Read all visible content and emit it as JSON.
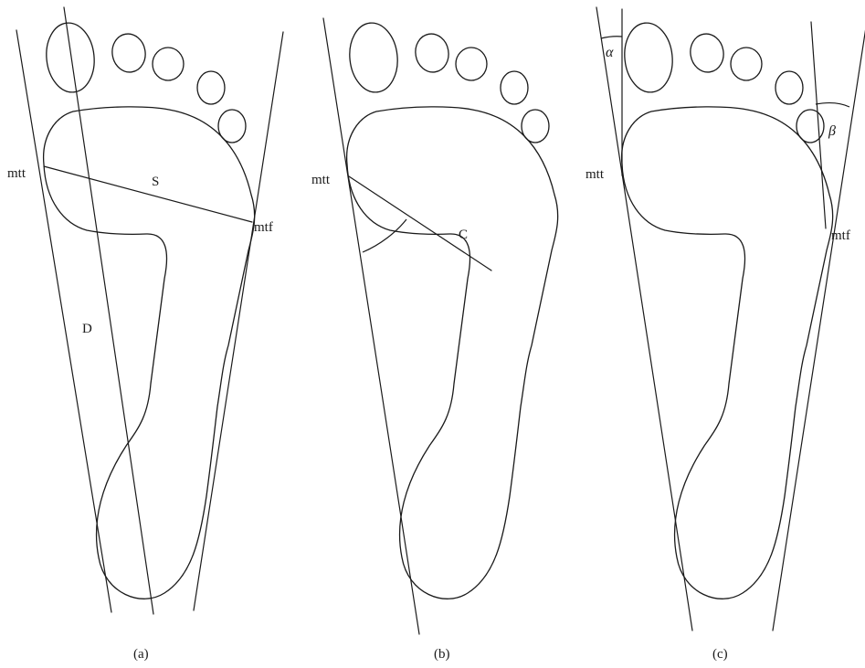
{
  "panels": [
    {
      "caption": "(a)",
      "labels": {
        "mtt": "mtt",
        "mtf": "mtf",
        "S": "S",
        "D": "D"
      }
    },
    {
      "caption": "(b)",
      "labels": {
        "mtt": "mtt",
        "C": "C"
      }
    },
    {
      "caption": "(c)",
      "labels": {
        "mtt": "mtt",
        "mtf": "mtf",
        "alpha": "α",
        "beta": "β"
      }
    }
  ]
}
